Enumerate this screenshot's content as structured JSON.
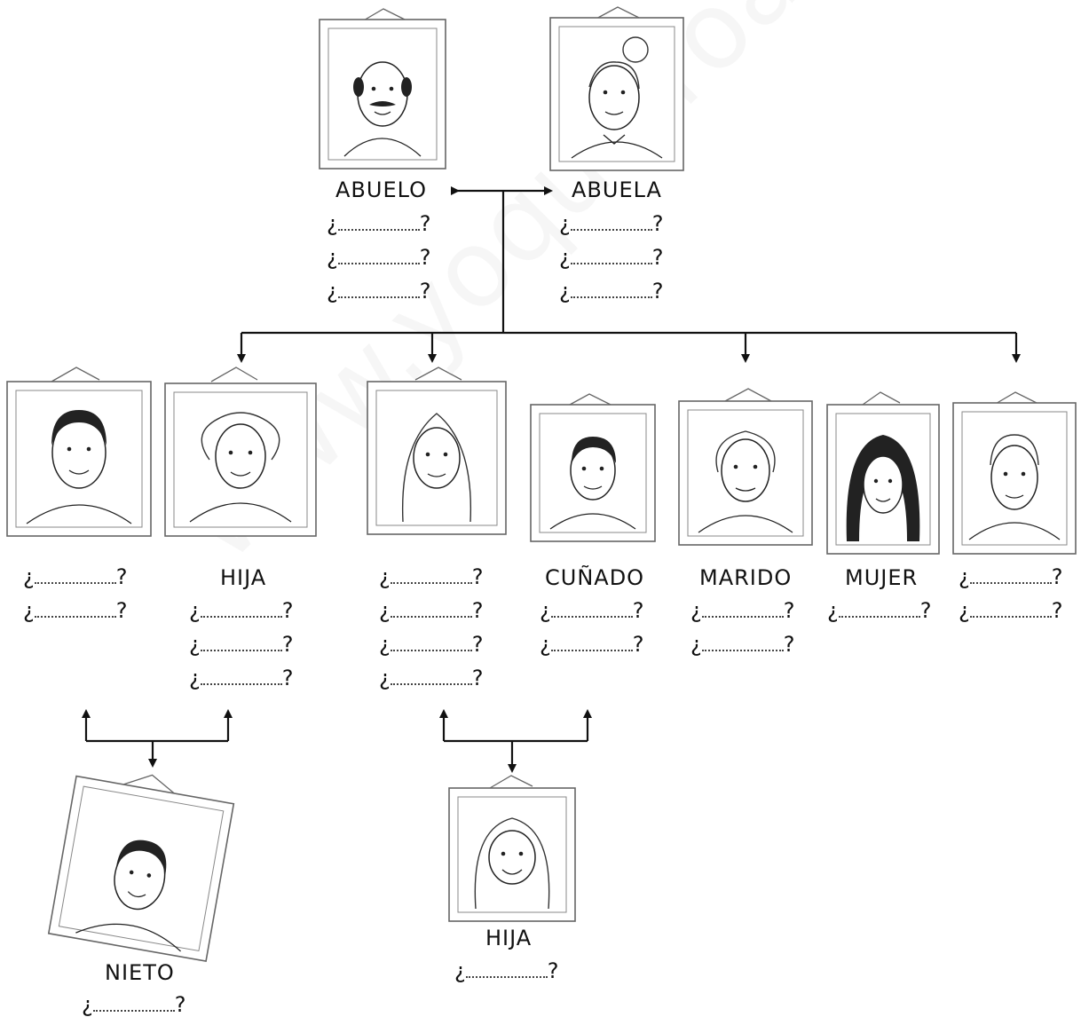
{
  "watermark": "www.yoquieroaprobar.es",
  "blank": {
    "open": "¿",
    "close": "?"
  },
  "labels": {
    "abuelo": "ABUELO",
    "abuela": "ABUELA",
    "hija_top": "HIJA",
    "cunado": "CUÑADO",
    "marido": "MARIDO",
    "mujer": "MUJER",
    "nieto": "NIETO",
    "hija_bottom": "HIJA"
  }
}
